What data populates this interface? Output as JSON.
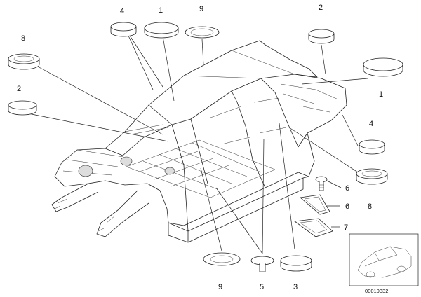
{
  "callouts": [
    {
      "id": "c-top-4",
      "text": "4"
    },
    {
      "id": "c-top-1",
      "text": "1"
    },
    {
      "id": "c-top-9",
      "text": "9"
    },
    {
      "id": "c-left-8",
      "text": "8"
    },
    {
      "id": "c-left-2",
      "text": "2"
    },
    {
      "id": "c-right-2",
      "text": "2"
    },
    {
      "id": "c-right-1",
      "text": "1"
    },
    {
      "id": "c-right-4",
      "text": "4"
    },
    {
      "id": "c-right-6",
      "text": "6"
    },
    {
      "id": "c-right-6b",
      "text": "6"
    },
    {
      "id": "c-right-7",
      "text": "7"
    },
    {
      "id": "c-right-8",
      "text": "8"
    },
    {
      "id": "c-bottom-9",
      "text": "9"
    },
    {
      "id": "c-bottom-5",
      "text": "5"
    },
    {
      "id": "c-bottom-3",
      "text": "3"
    }
  ],
  "document_number": "00010332"
}
